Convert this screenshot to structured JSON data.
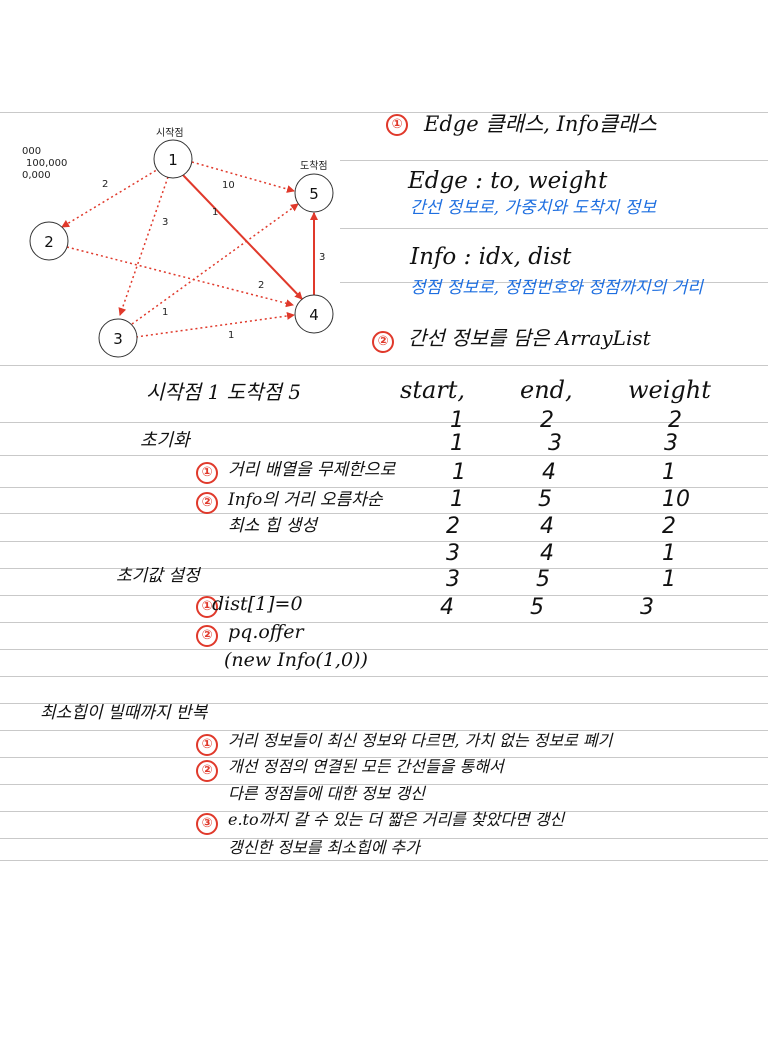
{
  "graph": {
    "side_labels": [
      "000",
      "100,000",
      "0,000"
    ],
    "start_caption": "시작점",
    "end_caption": "도착점",
    "nodes": [
      "1",
      "2",
      "3",
      "4",
      "5"
    ],
    "edge_weights": {
      "e12": "2",
      "e13": "3",
      "e14": "1",
      "e15": "10",
      "e24": "2",
      "e34": "1",
      "e35": "1",
      "e45": "3"
    }
  },
  "notes": {
    "section1_marker": "①",
    "section1_title": "Edge 클래스, Info클래스",
    "edge_line": "Edge : to, weight",
    "edge_desc": "간선 정보로, 가중치와 도착지 정보",
    "info_line": "Info : idx, dist",
    "info_desc": "정점 정보로, 정점번호와 정점까지의 거리",
    "section2_marker": "②",
    "section2_title": "간선 정보를 담은 ArrayList"
  },
  "start_end": "시작점 1 도착점 5",
  "table": {
    "headers": [
      "start,",
      "end,",
      "weight"
    ],
    "rows": [
      [
        "1",
        "2",
        "2"
      ],
      [
        "1",
        "3",
        "3"
      ],
      [
        "1",
        "4",
        "1"
      ],
      [
        "1",
        "5",
        "10"
      ],
      [
        "2",
        "4",
        "2"
      ],
      [
        "3",
        "4",
        "1"
      ],
      [
        "3",
        "5",
        "1"
      ],
      [
        "4",
        "5",
        "3"
      ]
    ]
  },
  "init": {
    "title": "초기화",
    "items": [
      {
        "marker": "①",
        "text": "거리 배열을 무제한으로"
      },
      {
        "marker": "②",
        "text": "Info의 거리 오름차순"
      },
      {
        "marker": "",
        "text": "최소 힙 생성"
      }
    ]
  },
  "initial_setup": {
    "title": "초기값 설정",
    "items": [
      {
        "marker": "①",
        "text": "dist[1]=0"
      },
      {
        "marker": "②",
        "text": "pq.offer"
      },
      {
        "marker": "",
        "text": "(new Info(1,0))"
      }
    ]
  },
  "loop": {
    "title": "최소힙이 빌때까지 반복",
    "items": [
      {
        "marker": "①",
        "text": "거리 정보들이 최신 정보와 다르면, 가치 없는 정보로 폐기"
      },
      {
        "marker": "②",
        "text": "개선 정점의 연결된 모든 간선들을 통해서"
      },
      {
        "marker": "",
        "text": "다른 정점들에 대한 정보 갱신"
      },
      {
        "marker": "③",
        "text": "e.to까지 갈 수 있는 더 짧은 거리를 찾았다면 갱신"
      },
      {
        "marker": "",
        "text": "갱신한 정보를 최소힙에 추가"
      }
    ]
  },
  "colors": {
    "red": "#e0392b",
    "blue": "#1f6fe0",
    "rule": "#c9c9c9"
  }
}
